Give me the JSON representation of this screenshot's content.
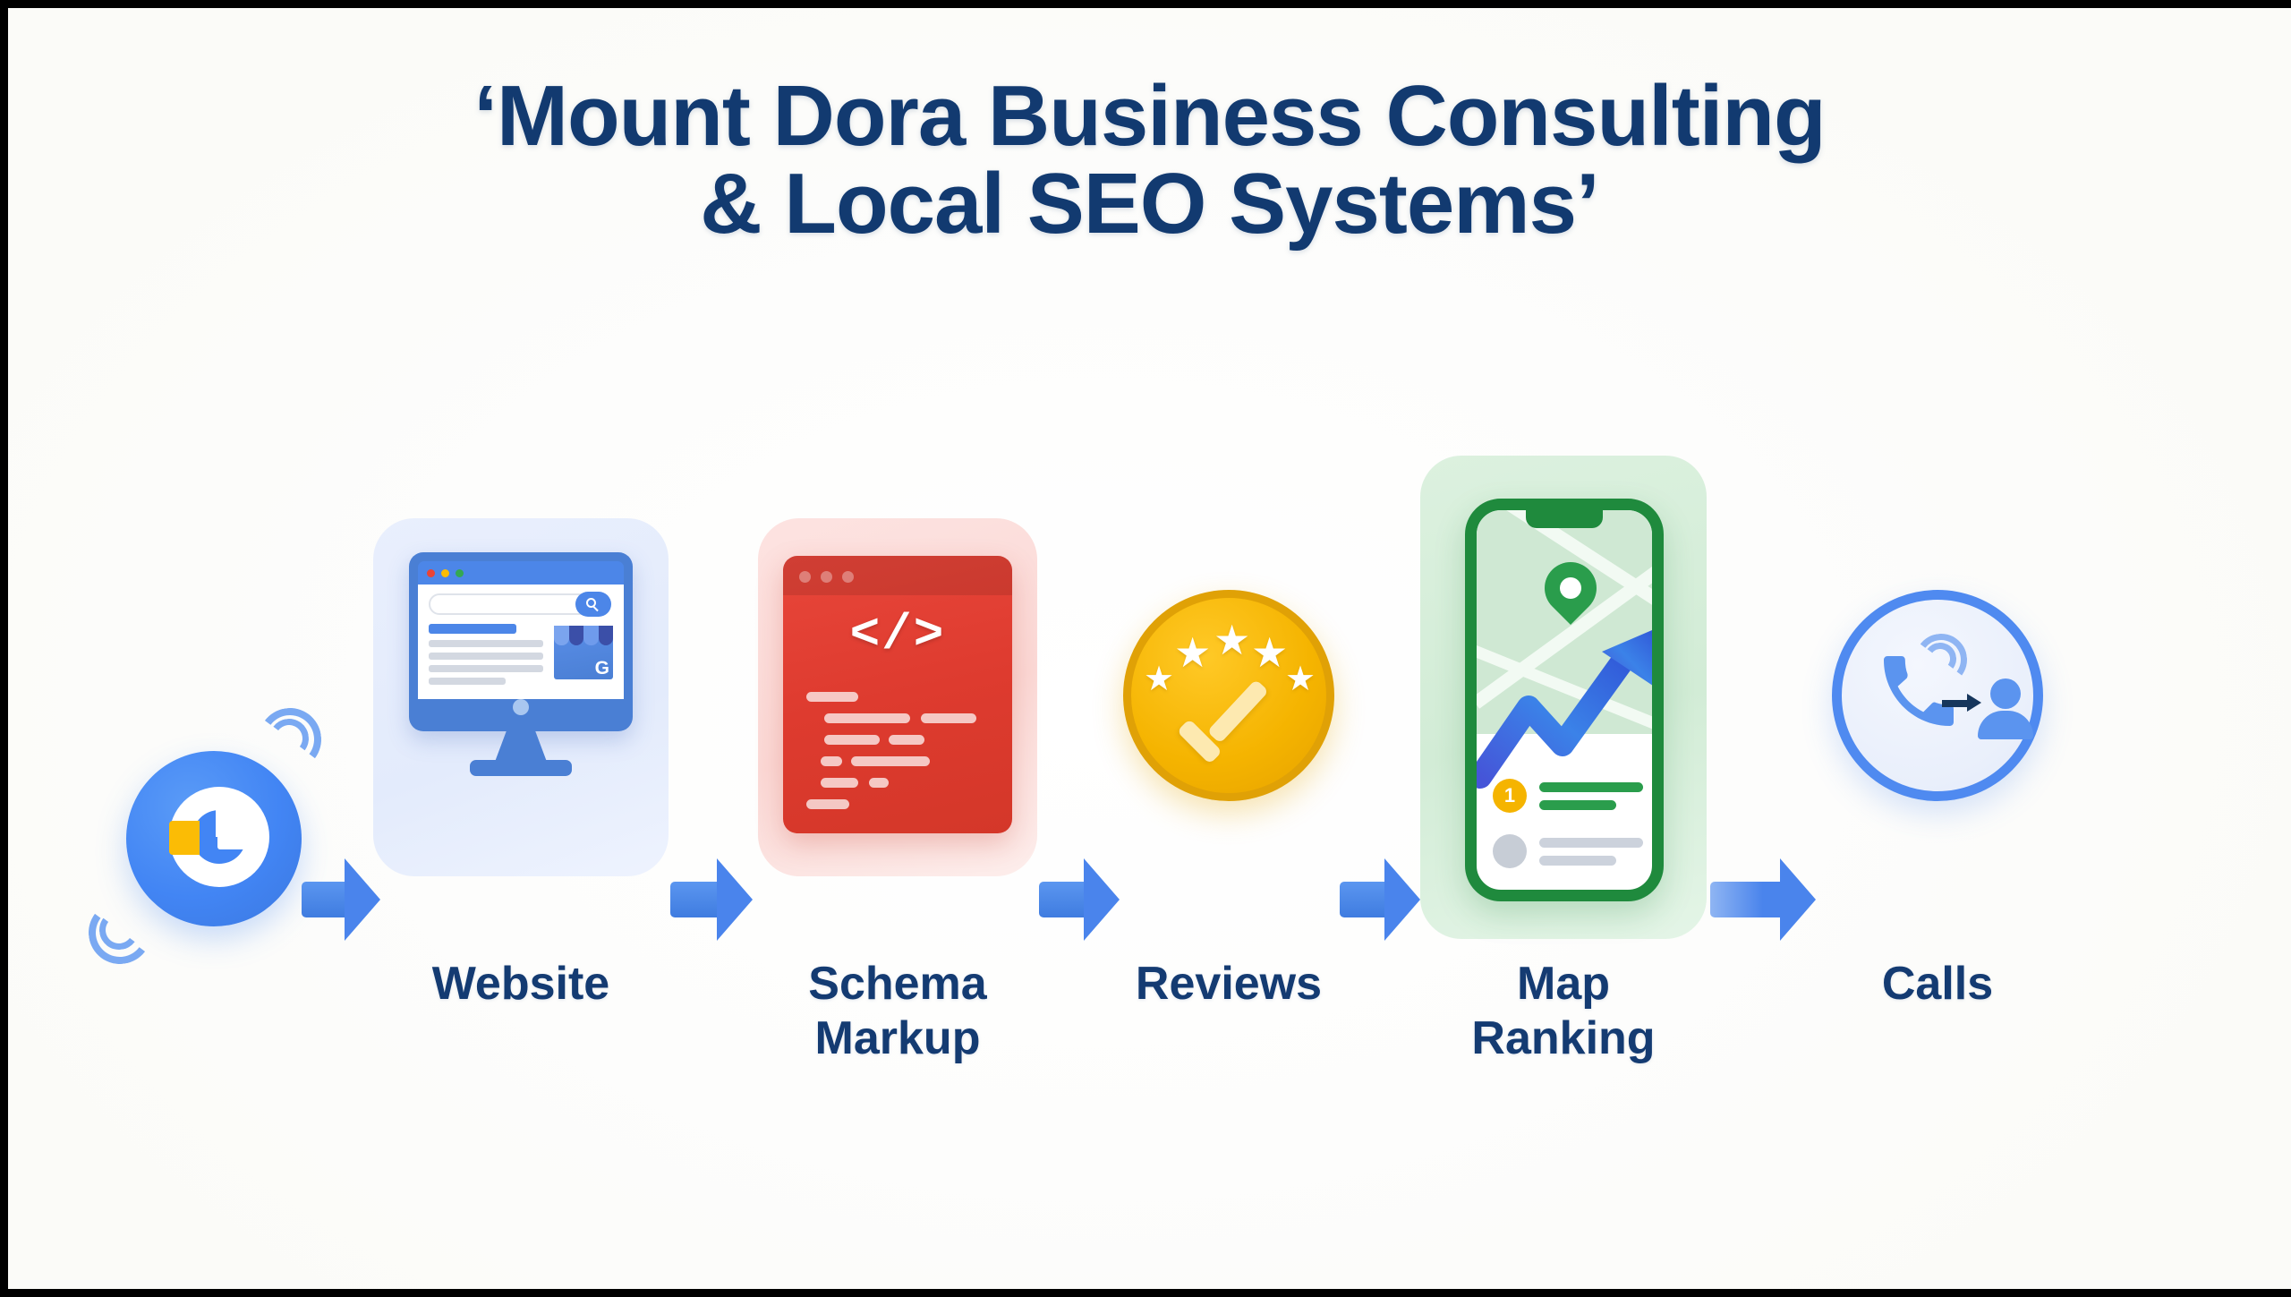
{
  "title": {
    "line1": "‘Mount Dora Business Consulting",
    "line2": "& Local SEO Systems’",
    "color": "#123a70"
  },
  "background": {
    "canvas_color": "#fdfdfc",
    "border_color": "#000000"
  },
  "flow": {
    "description": "Local SEO pipeline: Google search visibility flows through website, schema markup, reviews, map ranking, into phone calls",
    "arrow_color": "#4285f4",
    "stages": [
      {
        "id": "google",
        "label": "",
        "icon": "google-g-icon",
        "colors": {
          "circle": "#4285f4",
          "accent": "#fbbc05",
          "letter": "#ffffff",
          "signal": "#7aa9f2"
        },
        "has_label": false
      },
      {
        "id": "website",
        "label": "Website",
        "label_line2": "",
        "icon": "desktop-monitor-icon",
        "card_color": "#e9effd",
        "colors": {
          "frame": "#4a7fd4",
          "bar": "#4c86e8",
          "screen": "#ffffff",
          "accent": "#4c86e8"
        },
        "details": {
          "window_dots": [
            "#ea4335",
            "#fbbc05",
            "#34a853"
          ],
          "search_icon": "magnifier-icon",
          "business_card": "google-business-storefront-icon",
          "storefront_letter": "G"
        },
        "has_label": true
      },
      {
        "id": "schema",
        "label": "Schema",
        "label_line2": "Markup",
        "icon": "code-window-icon",
        "card_color": "#fde3e1",
        "colors": {
          "window": "#de3b2f",
          "titlebar": "#c9342a",
          "code_lines": "#ffffff"
        },
        "code_symbol": "</>",
        "has_label": true
      },
      {
        "id": "reviews",
        "label": "Reviews",
        "label_line2": "",
        "icon": "star-badge-check-icon",
        "colors": {
          "badge": "#f5b400",
          "rim": "#e0a106",
          "stars": "#ffffff",
          "check": "#fde9b0"
        },
        "star_count": 5,
        "has_label": true
      },
      {
        "id": "map-ranking",
        "label": "Map",
        "label_line2": "Ranking",
        "icon": "phone-map-trending-icon",
        "card_color": "#d2ecd6",
        "colors": {
          "phone_frame": "#1f8a3d",
          "map": "#cfe8d3",
          "pin": "#2a9d4c",
          "trend_arrow": "#3b6fe0",
          "rank_badge": "#f5b400"
        },
        "rank_badge_text": "1",
        "has_label": true
      },
      {
        "id": "calls",
        "label": "Calls",
        "label_line2": "",
        "icon": "phone-call-to-person-icon",
        "colors": {
          "ring": "#4f8af0",
          "fill": "#e9effb",
          "handset": "#5b94ef",
          "arrow": "#16365c",
          "person": "#5b94ef"
        },
        "has_label": true
      }
    ]
  },
  "chart_data": {
    "type": "diagram",
    "flow_type": "linear-process",
    "title": "‘Mount Dora Business Consulting & Local SEO Systems’",
    "nodes": [
      "Google",
      "Website",
      "Schema Markup",
      "Reviews",
      "Map Ranking",
      "Calls"
    ],
    "edges": [
      [
        "Google",
        "Website"
      ],
      [
        "Website",
        "Schema Markup"
      ],
      [
        "Schema Markup",
        "Reviews"
      ],
      [
        "Reviews",
        "Map Ranking"
      ],
      [
        "Map Ranking",
        "Calls"
      ]
    ],
    "node_count": 6,
    "edge_count": 5,
    "orientation": "horizontal-left-to-right"
  }
}
